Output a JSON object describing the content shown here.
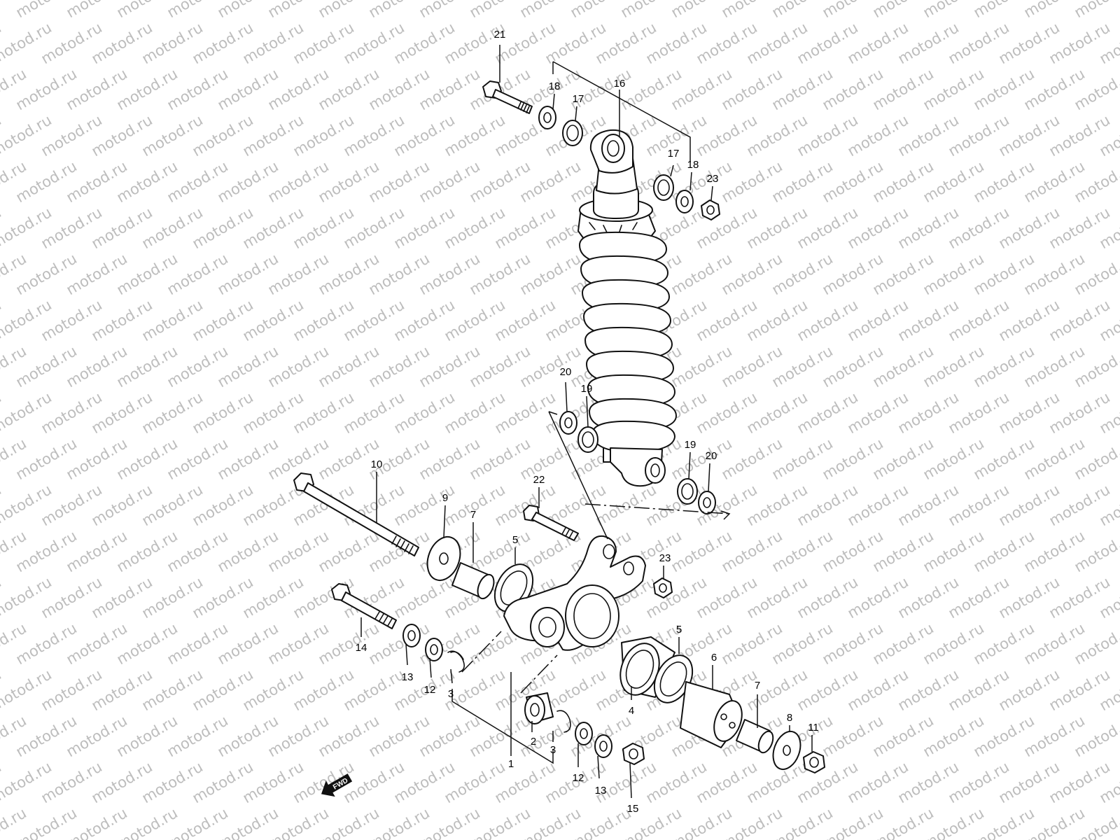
{
  "watermark": {
    "text": "motod.ru"
  },
  "fwd_marker": {
    "label": "FWD"
  },
  "callouts": [
    {
      "id": "c21a",
      "label": "21"
    },
    {
      "id": "c18a",
      "label": "18"
    },
    {
      "id": "c17a",
      "label": "17"
    },
    {
      "id": "c16",
      "label": "16"
    },
    {
      "id": "c17b",
      "label": "17"
    },
    {
      "id": "c18b",
      "label": "18"
    },
    {
      "id": "c23a",
      "label": "23"
    },
    {
      "id": "c20a",
      "label": "20"
    },
    {
      "id": "c19a",
      "label": "19"
    },
    {
      "id": "c19b",
      "label": "19"
    },
    {
      "id": "c20b",
      "label": "20"
    },
    {
      "id": "c10",
      "label": "10"
    },
    {
      "id": "c9",
      "label": "9"
    },
    {
      "id": "c7a",
      "label": "7"
    },
    {
      "id": "c5a",
      "label": "5"
    },
    {
      "id": "c22",
      "label": "22"
    },
    {
      "id": "c23b",
      "label": "23"
    },
    {
      "id": "c14",
      "label": "14"
    },
    {
      "id": "c13a",
      "label": "13"
    },
    {
      "id": "c12a",
      "label": "12"
    },
    {
      "id": "c3a",
      "label": "3"
    },
    {
      "id": "c1",
      "label": "1"
    },
    {
      "id": "c2",
      "label": "2"
    },
    {
      "id": "c3b",
      "label": "3"
    },
    {
      "id": "c12b",
      "label": "12"
    },
    {
      "id": "c13b",
      "label": "13"
    },
    {
      "id": "c15",
      "label": "15"
    },
    {
      "id": "c4",
      "label": "4"
    },
    {
      "id": "c5b",
      "label": "5"
    },
    {
      "id": "c6",
      "label": "6"
    },
    {
      "id": "c7b",
      "label": "7"
    },
    {
      "id": "c8",
      "label": "8"
    },
    {
      "id": "c11",
      "label": "11"
    }
  ]
}
